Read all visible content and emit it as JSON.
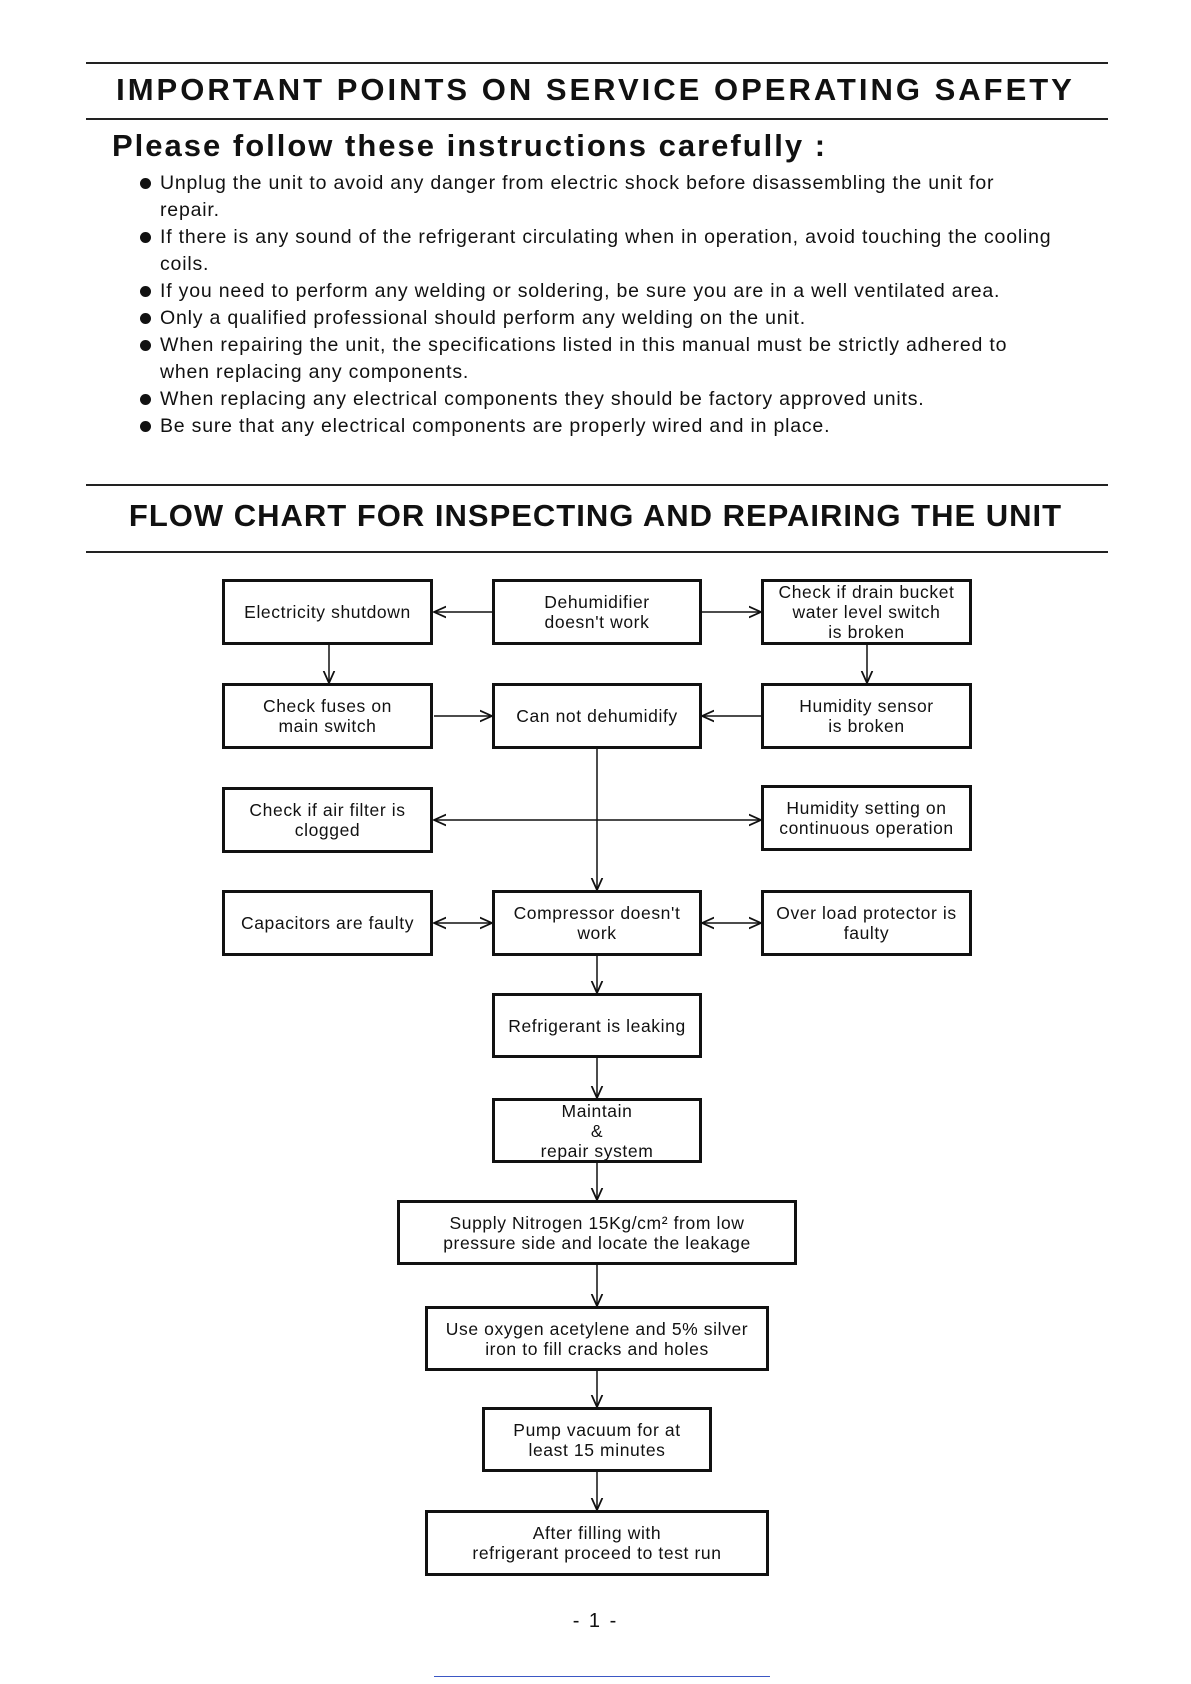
{
  "safety": {
    "title": "IMPORTANT POINTS ON SERVICE OPERATING SAFETY",
    "subtitle": "Please follow these instructions carefully :",
    "items": [
      "Unplug the unit to avoid any danger from electric shock before disassembling the unit for repair.",
      "If there is any sound of the refrigerant circulating when in operation, avoid touching the cooling coils.",
      "If you need to perform any welding or soldering, be sure you are in a well ventilated area.",
      "Only a qualified professional should perform any welding on the unit.",
      "When repairing the unit, the specifications listed in this manual must be strictly adhered to when replacing any components.",
      "When replacing any electrical components they should be factory approved units.",
      "Be sure that any electrical components are properly wired and in place."
    ]
  },
  "flowchart": {
    "title": "FLOW CHART FOR INSPECTING AND REPAIRING THE UNIT",
    "nodes": {
      "electricity_shutdown": "Electricity shutdown",
      "dehumidifier_doesnt_work": "Dehumidifier\ndoesn't work",
      "drain_bucket_switch": "Check if drain bucket\nwater level switch\nis broken",
      "check_fuses": "Check fuses on\nmain switch",
      "can_not_dehumidify": "Can not dehumidify",
      "humidity_sensor": "Humidity sensor\nis broken",
      "air_filter": "Check if air filter is\nclogged",
      "humidity_setting": "Humidity setting on\ncontinuous operation",
      "capacitors": "Capacitors are faulty",
      "compressor": "Compressor doesn't\nwork",
      "overload": "Over load protector is\nfaulty",
      "refrigerant_leaking": "Refrigerant is leaking",
      "maintain": "Maintain\n&\nrepair system",
      "nitrogen": "Supply Nitrogen 15Kg/cm² from low\npressure side and locate the leakage",
      "oxygen": "Use oxygen acetylene and 5% silver\niron to fill cracks and holes",
      "vacuum": "Pump vacuum for at\nleast 15 minutes",
      "test_run": "After filling with\nrefrigerant proceed to test run"
    }
  },
  "page_number": "- 1 -"
}
